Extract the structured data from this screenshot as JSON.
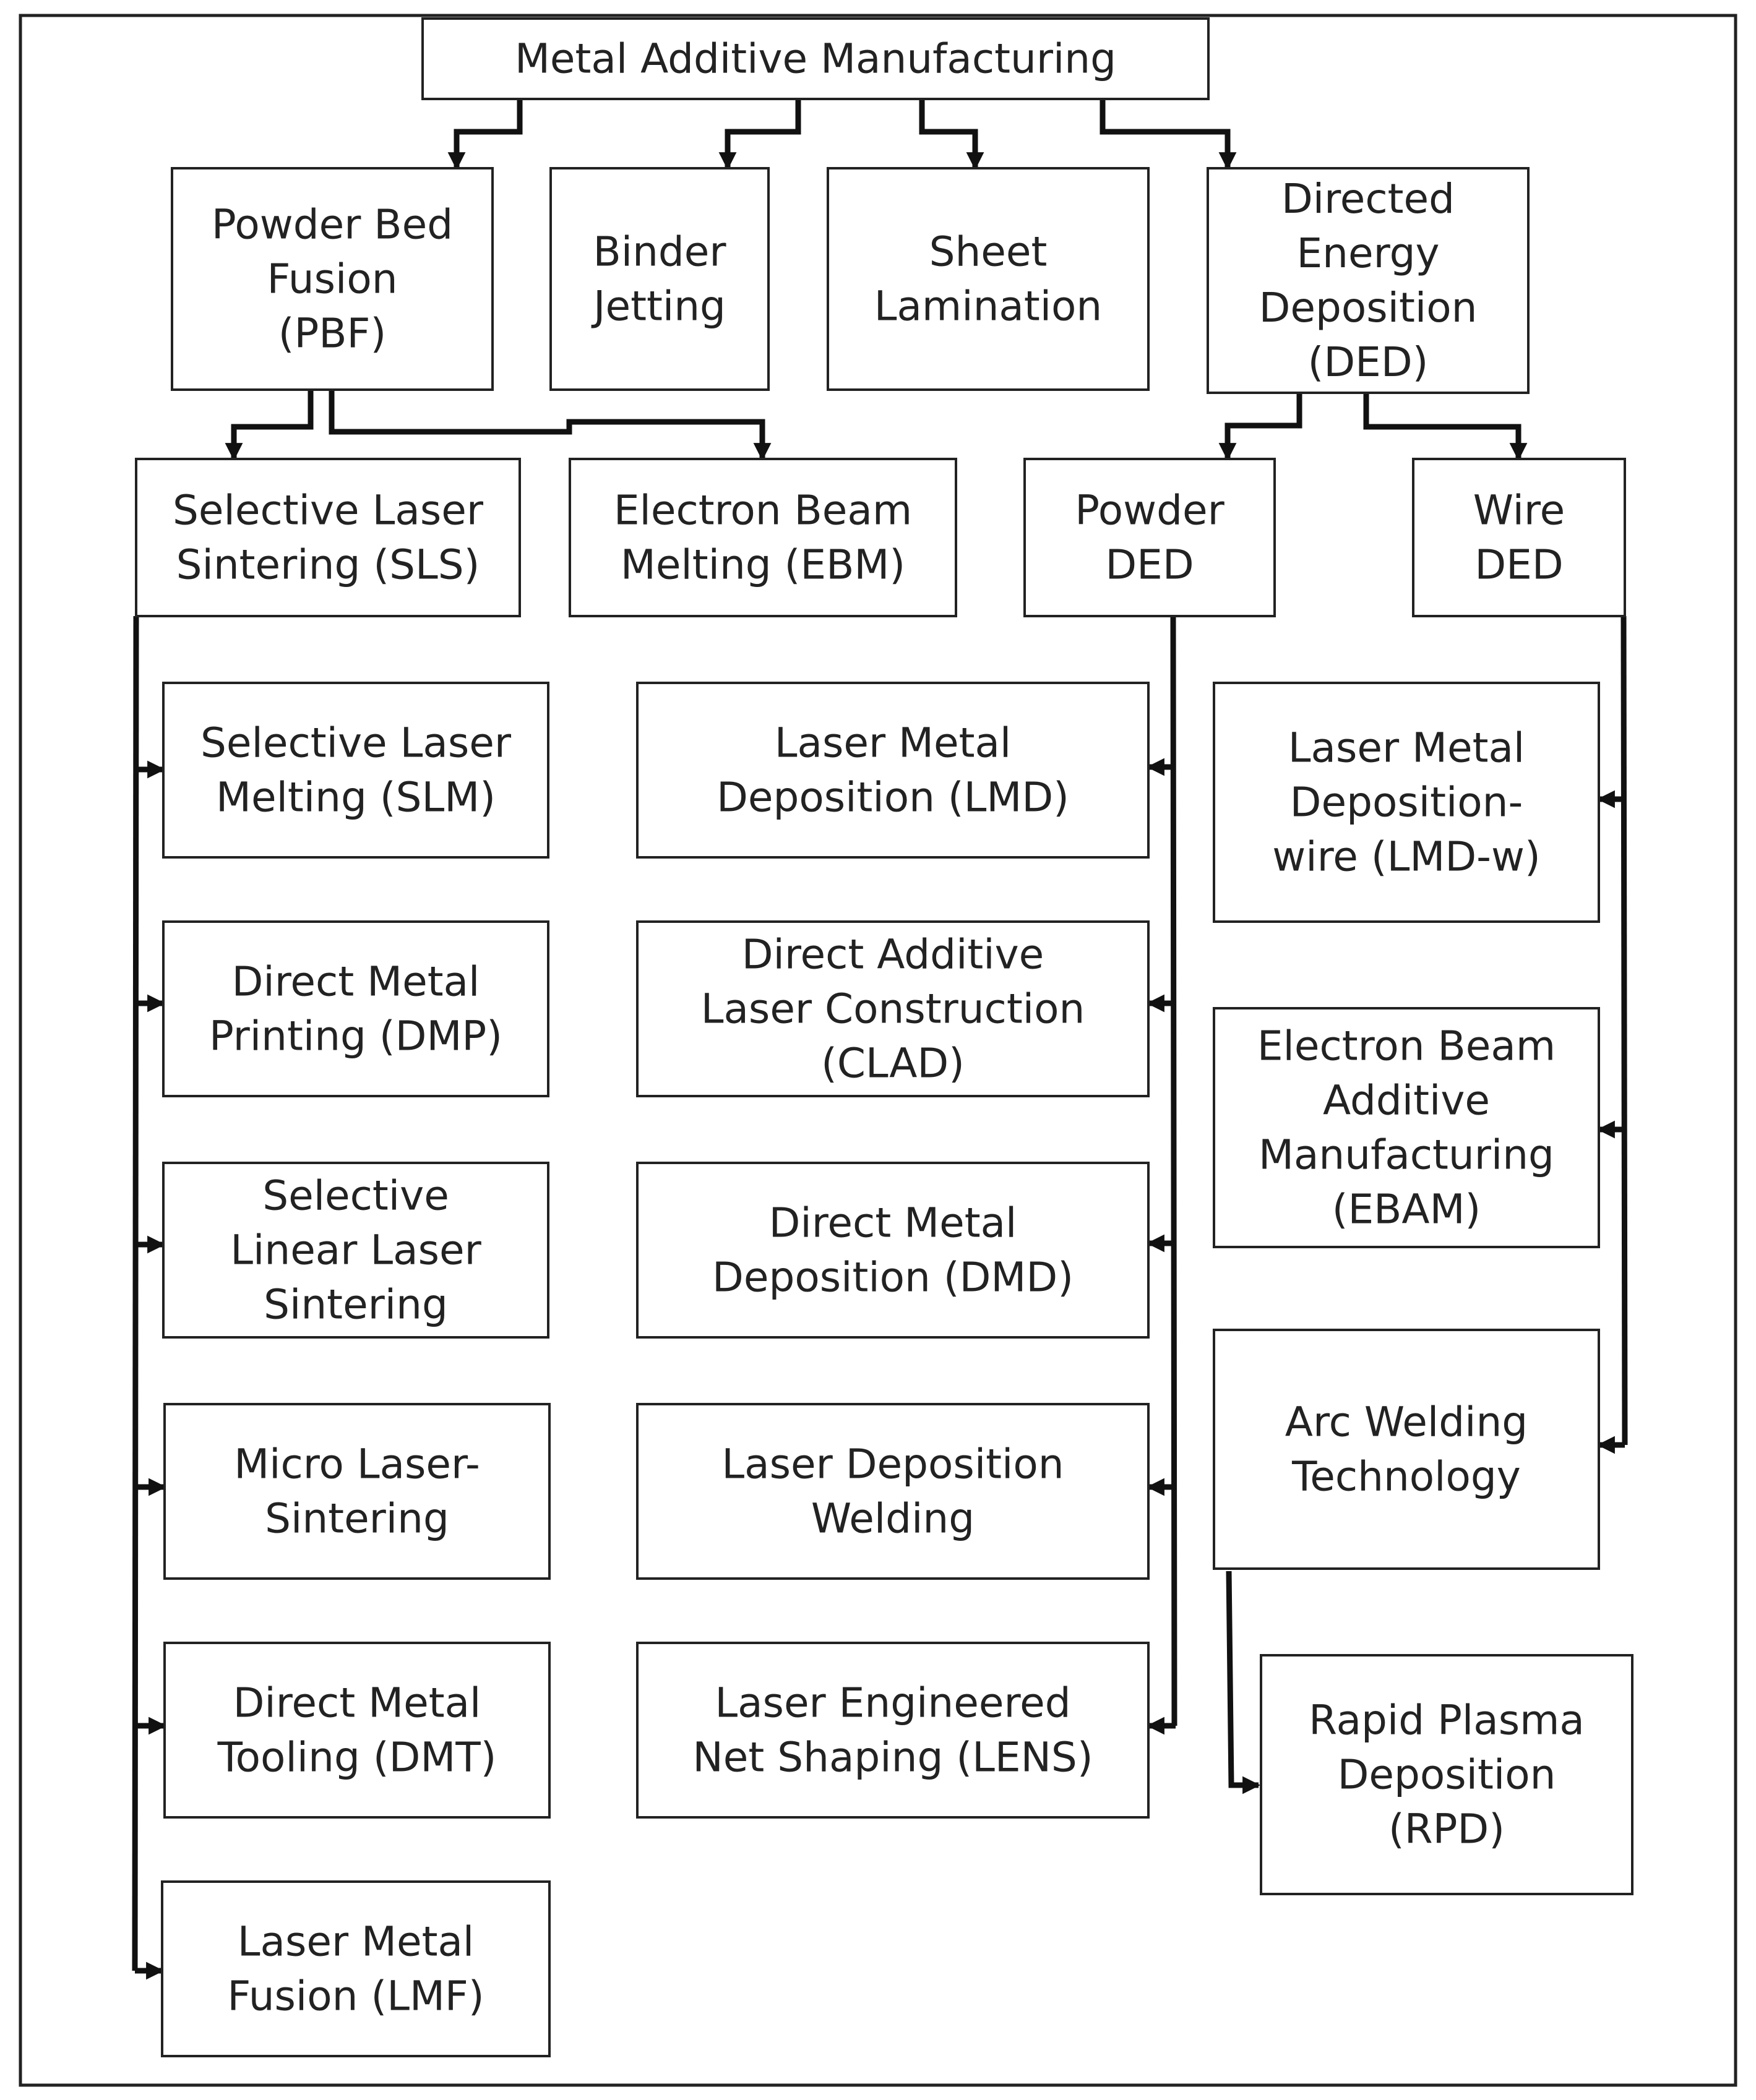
{
  "nodes": {
    "metal_am": {
      "label": "Metal Additive Manufacturing",
      "lines": [
        "Metal Additive Manufacturing"
      ]
    },
    "pbf": {
      "label": "Powder Bed Fusion (PBF)",
      "lines": [
        "Powder Bed",
        "Fusion",
        "(PBF)"
      ]
    },
    "binder_jetting": {
      "label": "Binder Jetting",
      "lines": [
        "Binder",
        "Jetting"
      ]
    },
    "sheet_lamination": {
      "label": "Sheet Lamination",
      "lines": [
        "Sheet",
        "Lamination"
      ]
    },
    "ded": {
      "label": "Directed Energy Deposition (DED)",
      "lines": [
        "Directed",
        "Energy",
        "Deposition",
        "(DED)"
      ]
    },
    "sls": {
      "label": "Selective Laser Sintering (SLS)",
      "lines": [
        "Selective Laser",
        "Sintering (SLS)"
      ]
    },
    "ebm": {
      "label": "Electron Beam Melting (EBM)",
      "lines": [
        "Electron Beam",
        "Melting (EBM)"
      ]
    },
    "powder_ded": {
      "label": "Powder DED",
      "lines": [
        "Powder",
        "DED"
      ]
    },
    "wire_ded": {
      "label": "Wire DED",
      "lines": [
        "Wire",
        "DED"
      ]
    },
    "slm": {
      "label": "Selective Laser Melting (SLM)",
      "lines": [
        "Selective Laser",
        "Melting (SLM)"
      ]
    },
    "dmp": {
      "label": "Direct Metal Printing (DMP)",
      "lines": [
        "Direct Metal",
        "Printing (DMP)"
      ]
    },
    "slls": {
      "label": "Selective Linear Laser Sintering",
      "lines": [
        "Selective",
        "Linear Laser",
        "Sintering"
      ]
    },
    "mls": {
      "label": "Micro Laser-Sintering",
      "lines": [
        "Micro Laser-",
        "Sintering"
      ]
    },
    "dmt": {
      "label": "Direct Metal Tooling (DMT)",
      "lines": [
        "Direct Metal",
        "Tooling (DMT)"
      ]
    },
    "lmf": {
      "label": "Laser Metal Fusion (LMF)",
      "lines": [
        "Laser Metal",
        "Fusion (LMF)"
      ]
    },
    "lmd": {
      "label": "Laser Metal Deposition (LMD)",
      "lines": [
        "Laser Metal",
        "Deposition (LMD)"
      ]
    },
    "clad": {
      "label": "Direct Additive Laser Construction (CLAD)",
      "lines": [
        "Direct Additive",
        "Laser Construction",
        "(CLAD)"
      ]
    },
    "dmd": {
      "label": "Direct Metal Deposition (DMD)",
      "lines": [
        "Direct Metal",
        "Deposition (DMD)"
      ]
    },
    "ldw": {
      "label": "Laser Deposition Welding",
      "lines": [
        "Laser Deposition",
        "Welding"
      ]
    },
    "lens": {
      "label": "Laser Engineered Net Shaping (LENS)",
      "lines": [
        "Laser Engineered",
        "Net Shaping (LENS)"
      ]
    },
    "lmdw": {
      "label": "Laser Metal Deposition-wire (LMD-w)",
      "lines": [
        "Laser Metal",
        "Deposition-",
        "wire (LMD-w)"
      ]
    },
    "ebam": {
      "label": "Electron Beam Additive Manufacturing (EBAM)",
      "lines": [
        "Electron Beam",
        "Additive",
        "Manufacturing",
        "(EBAM)"
      ]
    },
    "awt": {
      "label": "Arc Welding Technology",
      "lines": [
        "Arc Welding",
        "Technology"
      ]
    },
    "rpd": {
      "label": "Rapid Plasma Deposition (RPD)",
      "lines": [
        "Rapid Plasma",
        "Deposition",
        "(RPD)"
      ]
    }
  },
  "edges": [
    {
      "from": "metal_am",
      "to": "pbf"
    },
    {
      "from": "metal_am",
      "to": "binder_jetting"
    },
    {
      "from": "metal_am",
      "to": "sheet_lamination"
    },
    {
      "from": "metal_am",
      "to": "ded"
    },
    {
      "from": "pbf",
      "to": "sls"
    },
    {
      "from": "pbf",
      "to": "ebm"
    },
    {
      "from": "ded",
      "to": "powder_ded"
    },
    {
      "from": "ded",
      "to": "wire_ded"
    },
    {
      "from": "sls",
      "to": "slm"
    },
    {
      "from": "sls",
      "to": "dmp"
    },
    {
      "from": "sls",
      "to": "slls"
    },
    {
      "from": "sls",
      "to": "mls"
    },
    {
      "from": "sls",
      "to": "dmt"
    },
    {
      "from": "sls",
      "to": "lmf"
    },
    {
      "from": "powder_ded",
      "to": "lmd"
    },
    {
      "from": "powder_ded",
      "to": "clad"
    },
    {
      "from": "powder_ded",
      "to": "dmd"
    },
    {
      "from": "powder_ded",
      "to": "ldw"
    },
    {
      "from": "powder_ded",
      "to": "lens"
    },
    {
      "from": "wire_ded",
      "to": "lmdw"
    },
    {
      "from": "wire_ded",
      "to": "ebam"
    },
    {
      "from": "wire_ded",
      "to": "awt"
    },
    {
      "from": "awt",
      "to": "rpd"
    }
  ]
}
